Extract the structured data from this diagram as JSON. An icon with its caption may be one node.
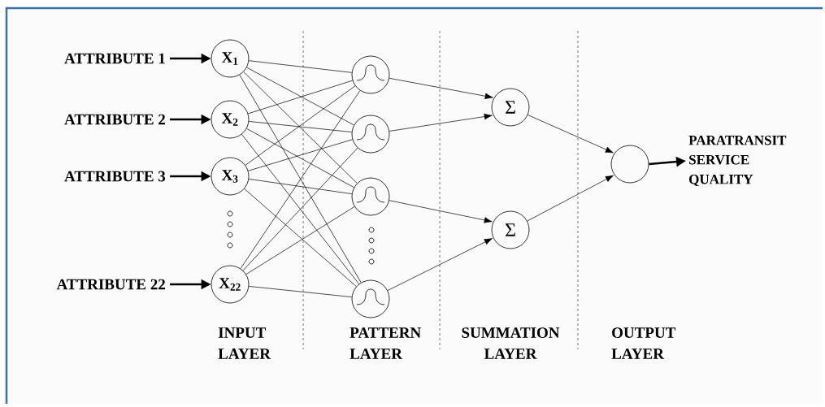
{
  "diagram": {
    "nodes": [
      {
        "text": [
          "ATTRIBUTE 1"
        ]
      },
      {
        "text": [
          "ATTRIBUTE 2"
        ]
      },
      {
        "text": [
          "ATTRIBUTE 3"
        ]
      },
      {
        "text": [
          "ATTRIBUTE 22"
        ]
      },
      {
        "text": [
          "X$_{1}$"
        ]
      },
      {
        "text": [
          "X$_{2}$"
        ]
      },
      {
        "text": [
          "X$_{3}$"
        ]
      },
      {
        "text": [
          "X$_{22}$"
        ]
      },
      {
        "text": [],
        "shape": "circle"
      },
      {
        "text": [],
        "shape": "circle"
      },
      {
        "text": [],
        "shape": "circle"
      },
      {
        "text": [],
        "shape": "circle"
      },
      {
        "text": [
          "Σ"
        ]
      },
      {
        "text": [
          "Σ"
        ]
      },
      {
        "text": [],
        "shape": "circle"
      },
      {
        "text": [
          "PARATRANSIT SERVICE QUALITY"
        ]
      }
    ],
    "edges": [
      {
        "from": 0,
        "to": 4,
        "arrow": "to",
        "style": "thick"
      },
      {
        "from": 1,
        "to": 5,
        "arrow": "to",
        "style": "thick"
      },
      {
        "from": 2,
        "to": 6,
        "arrow": "to",
        "style": "thick"
      },
      {
        "from": 3,
        "to": 7,
        "arrow": "to",
        "style": "thick"
      },
      {
        "from": 4,
        "to": 8,
        "arrow": "none"
      },
      {
        "from": 4,
        "to": 9,
        "arrow": "none"
      },
      {
        "from": 4,
        "to": 10,
        "arrow": "none"
      },
      {
        "from": 4,
        "to": 11,
        "arrow": "none"
      },
      {
        "from": 5,
        "to": 8,
        "arrow": "none"
      },
      {
        "from": 5,
        "to": 9,
        "arrow": "none"
      },
      {
        "from": 5,
        "to": 10,
        "arrow": "none"
      },
      {
        "from": 5,
        "to": 11,
        "arrow": "none"
      },
      {
        "from": 6,
        "to": 8,
        "arrow": "none"
      },
      {
        "from": 6,
        "to": 9,
        "arrow": "none"
      },
      {
        "from": 6,
        "to": 10,
        "arrow": "none"
      },
      {
        "from": 6,
        "to": 11,
        "arrow": "none"
      },
      {
        "from": 7,
        "to": 8,
        "arrow": "none"
      },
      {
        "from": 7,
        "to": 9,
        "arrow": "none"
      },
      {
        "from": 7,
        "to": 10,
        "arrow": "none"
      },
      {
        "from": 7,
        "to": 11,
        "arrow": "none"
      },
      {
        "from": 8,
        "to": 12,
        "arrow": "to"
      },
      {
        "from": 9,
        "to": 12,
        "arrow": "to"
      },
      {
        "from": 10,
        "to": 13,
        "arrow": "to"
      },
      {
        "from": 11,
        "to": 13,
        "arrow": "to"
      },
      {
        "from": 12,
        "to": 14,
        "arrow": "to"
      },
      {
        "from": 13,
        "to": 14,
        "arrow": "to"
      },
      {
        "from": 14,
        "to": 15,
        "arrow": "to",
        "style": "thick"
      }
    ],
    "labels": [
      "INPUT LAYER",
      "PATTERN LAYER",
      "SUMMATION LAYER",
      "OUTPUT LAYER"
    ]
  }
}
